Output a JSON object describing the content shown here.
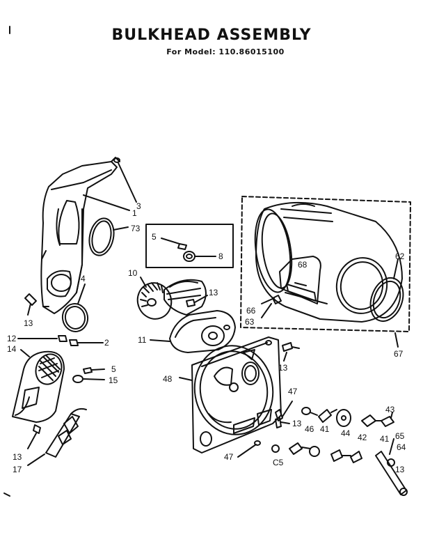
{
  "diagram": {
    "title": "BULKHEAD ASSEMBLY",
    "subtitle": "For Model: 110.86015100",
    "callouts": {
      "c1": "1",
      "c2": "2",
      "c3": "3",
      "c4": "4",
      "c5a": "5",
      "c5b": "5",
      "c8": "8",
      "c10": "10",
      "c11": "11",
      "c12": "12",
      "c13a": "13",
      "c13b": "13",
      "c13c": "13",
      "c13d": "13",
      "c13e": "13",
      "c13f": "13",
      "c14": "14",
      "c15": "15",
      "c17": "17",
      "c41a": "41",
      "c41b": "41",
      "c42": "42",
      "c43": "43",
      "c44": "44",
      "c46": "46",
      "c47a": "47",
      "c47b": "47",
      "c48": "48",
      "c62": "62",
      "c63": "63",
      "c64": "64",
      "c65": "65",
      "c66": "66",
      "c67": "67",
      "c68": "68",
      "c73": "73",
      "cC5": "C5"
    }
  }
}
